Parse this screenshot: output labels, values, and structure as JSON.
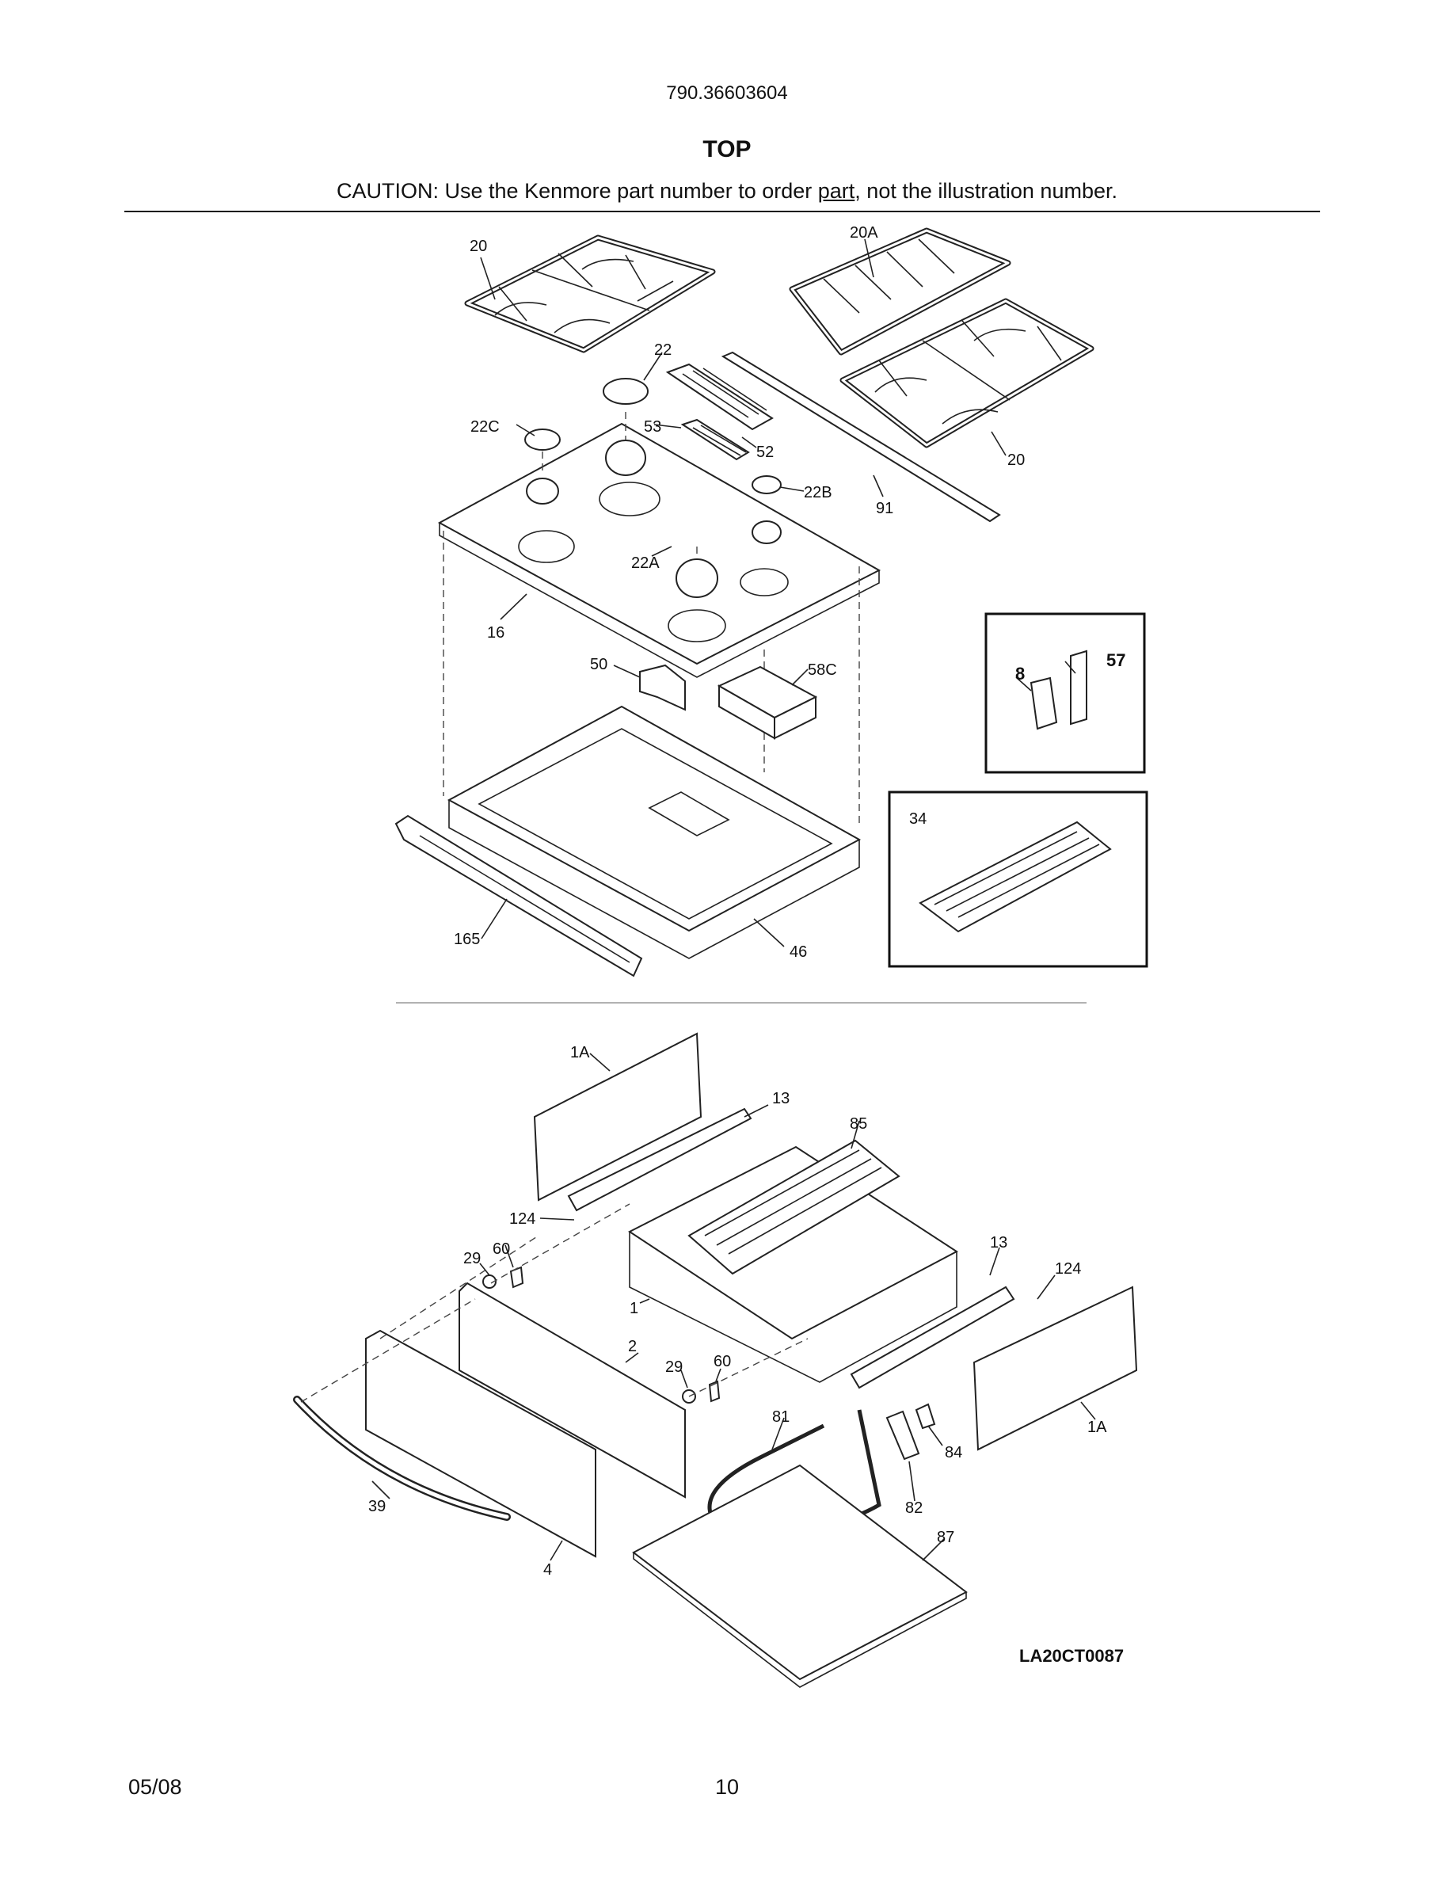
{
  "header": {
    "model_number": "790.36603604",
    "section_title": "TOP",
    "caution_before": "CAUTION: Use the Kenmore part number to order ",
    "caution_link": "part",
    "caution_after": ", not the illustration number."
  },
  "diagram": {
    "drawing_code": "LA20CT0087",
    "callouts_top": {
      "c20a": "20",
      "c20a2": "20A",
      "c22": "22",
      "c22c": "22C",
      "c53": "53",
      "c52": "52",
      "c20b": "20",
      "c22b": "22B",
      "c91": "91",
      "c22a": "22A",
      "c16": "16",
      "c50": "50",
      "c58c": "58C",
      "c165": "165",
      "c46": "46"
    },
    "callouts_inset": {
      "c8": "8",
      "c57": "57",
      "c34": "34"
    },
    "callouts_drawer": {
      "c1a": "1A",
      "c13": "13",
      "c85": "85",
      "c124": "124",
      "c29": "29",
      "c60": "60",
      "c1": "1",
      "c13b": "13",
      "c124b": "124",
      "c2": "2",
      "c29b": "29",
      "c60b": "60",
      "c81": "81",
      "c84": "84",
      "c1ab": "1A",
      "c39": "39",
      "c82": "82",
      "c87": "87",
      "c4": "4"
    }
  },
  "footer": {
    "date": "05/08",
    "page_number": "10"
  }
}
